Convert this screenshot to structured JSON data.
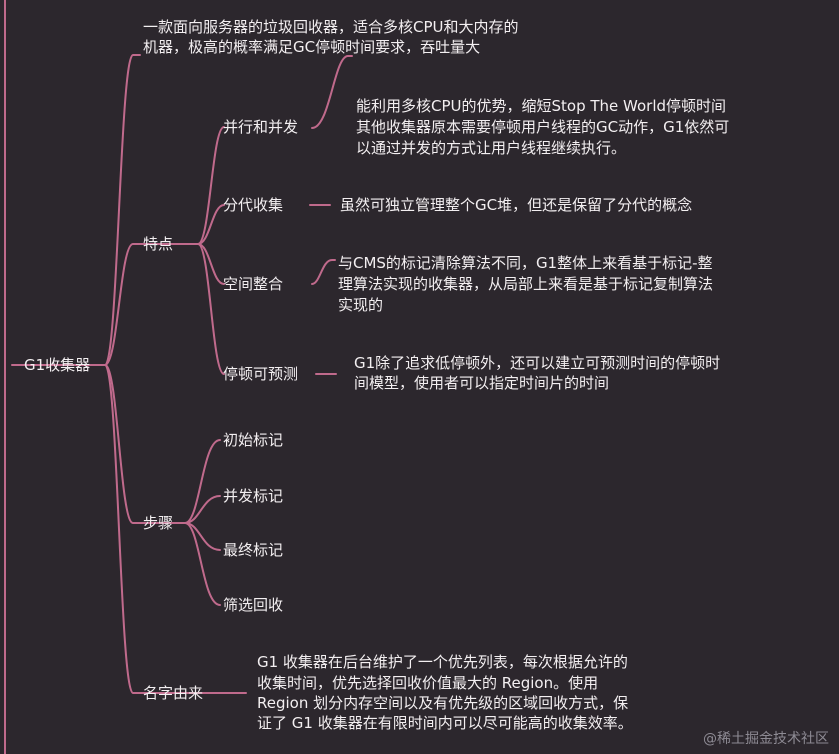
{
  "root": {
    "label": "G1收集器"
  },
  "intro": {
    "lines": [
      "一款面向服务器的垃圾回收器，适合多核CPU和大内存的",
      "机器，极高的概率满足GC停顿时间要求，吞吐量大"
    ]
  },
  "features": {
    "label": "特点",
    "items": [
      {
        "label": "并行和并发",
        "desc": [
          "能利用多核CPU的优势，缩短Stop The World停顿时间",
          "其他收集器原本需要停顿用户线程的GC动作，G1依然可",
          "以通过并发的方式让用户线程继续执行。"
        ]
      },
      {
        "label": "分代收集",
        "desc": [
          "虽然可独立管理整个GC堆，但还是保留了分代的概念"
        ]
      },
      {
        "label": "空间整合",
        "desc": [
          "与CMS的标记清除算法不同，G1整体上来看基于标记-整",
          "理算法实现的收集器，从局部上来看是基于标记复制算法",
          "实现的"
        ]
      },
      {
        "label": "停顿可预测",
        "desc": [
          "G1除了追求低停顿外，还可以建立可预测时间的停顿时",
          "间模型，使用者可以指定时间片的时间"
        ]
      }
    ]
  },
  "steps": {
    "label": "步骤",
    "items": [
      "初始标记",
      "并发标记",
      "最终标记",
      "筛选回收"
    ]
  },
  "name_origin": {
    "label": "名字由来",
    "desc": [
      "G1 收集器在后台维护了一个优先列表，每次根据允许的",
      "收集时间，优先选择回收价值最大的 Region。使用",
      "Region 划分内存空间以及有优先级的区域回收方式，保",
      "证了 G1 收集器在有限时间内可以尽可能高的收集效率。"
    ]
  },
  "watermark": "@稀土掘金技术社区",
  "colors": {
    "background": "#2c272d",
    "connector": "#c06a8c",
    "text": "#f3eff1"
  }
}
